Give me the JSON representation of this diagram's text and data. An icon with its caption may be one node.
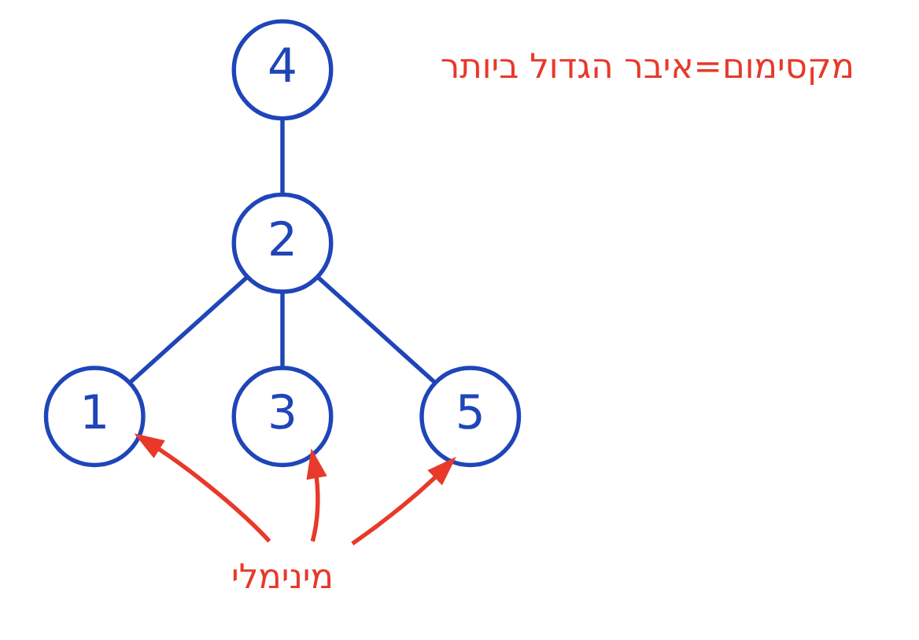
{
  "diagram": {
    "nodes": [
      {
        "text": [
          "4"
        ]
      },
      {
        "text": [
          "2"
        ]
      },
      {
        "text": [
          "1"
        ]
      },
      {
        "text": [
          "3"
        ]
      },
      {
        "text": [
          "5"
        ]
      },
      {
        "text": [
          "מינימלי"
        ]
      }
    ],
    "edges": [
      {
        "from": 0,
        "to": 1,
        "arrow": "none"
      },
      {
        "from": 1,
        "to": 2,
        "arrow": "none"
      },
      {
        "from": 1,
        "to": 3,
        "arrow": "none"
      },
      {
        "from": 1,
        "to": 4,
        "arrow": "none"
      },
      {
        "from": 5,
        "to": 2,
        "arrow": "to",
        "color": "#e8392a"
      },
      {
        "from": 5,
        "to": 3,
        "arrow": "to",
        "color": "#e8392a"
      },
      {
        "from": 5,
        "to": 4,
        "arrow": "to",
        "color": "#e8392a"
      }
    ],
    "labels": [
      "מקסימום=איבר הגדול ביותר"
    ]
  }
}
